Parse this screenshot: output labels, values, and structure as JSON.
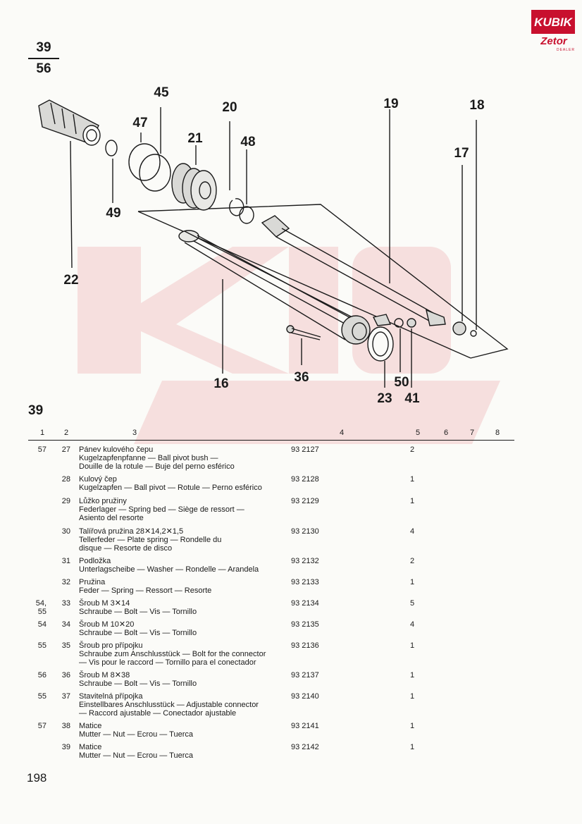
{
  "header": {
    "fraction_top": "39",
    "fraction_bottom": "56",
    "logo_brand": "KUBIK",
    "logo_sub": "Zetor",
    "logo_tag": "DEALER"
  },
  "diagram_labels": {
    "l45": "45",
    "l20": "20",
    "l19": "19",
    "l18": "18",
    "l47": "47",
    "l21": "21",
    "l48": "48",
    "l17": "17",
    "l49": "49",
    "l22": "22",
    "l16": "16",
    "l36": "36",
    "l50": "50",
    "l23": "23",
    "l41": "41"
  },
  "section_number": "39",
  "columns": [
    "1",
    "2",
    "3",
    "4",
    "5",
    "6",
    "7",
    "8"
  ],
  "rows": [
    {
      "c1": "57",
      "c2": "27",
      "desc": [
        "Pánev kulového čepu",
        "Kugelzapfenpfanne — Ball pivot bush —",
        "Douille de la rotule — Buje del perno esférico"
      ],
      "part": "93 2127",
      "qty": "2"
    },
    {
      "c1": "",
      "c2": "28",
      "desc": [
        "Kulový čep",
        "Kugelzapfen — Ball pivot — Rotule — Perno esférico"
      ],
      "part": "93 2128",
      "qty": "1"
    },
    {
      "c1": "",
      "c2": "29",
      "desc": [
        "Lůžko pružiny",
        "Federlager — Spring bed — Siège de ressort —",
        "Asiento del resorte"
      ],
      "part": "93 2129",
      "qty": "1"
    },
    {
      "c1": "",
      "c2": "30",
      "desc": [
        "Talířová pružina 28✕14,2✕1,5",
        "Tellerfeder — Plate spring — Rondelle du",
        "disque — Resorte de disco"
      ],
      "part": "93 2130",
      "qty": "4"
    },
    {
      "c1": "",
      "c2": "31",
      "desc": [
        "Podložka",
        "Unterlagscheibe — Washer — Rondelle — Arandela"
      ],
      "part": "93 2132",
      "qty": "2"
    },
    {
      "c1": "",
      "c2": "32",
      "desc": [
        "Pružina",
        "Feder — Spring — Ressort — Resorte"
      ],
      "part": "93 2133",
      "qty": "1"
    },
    {
      "c1": "54, 55",
      "c2": "33",
      "desc": [
        "Šroub M 3✕14",
        "Schraube — Bolt — Vis — Tornillo"
      ],
      "part": "93 2134",
      "qty": "5"
    },
    {
      "c1": "54",
      "c2": "34",
      "desc": [
        "Šroub M 10✕20",
        "Schraube — Bolt — Vis — Tornillo"
      ],
      "part": "93 2135",
      "qty": "4"
    },
    {
      "c1": "55",
      "c2": "35",
      "desc": [
        "Šroub pro přípojku",
        "Schraube zum Anschlusstück — Bolt for the connector",
        "— Vis pour le raccord — Tornillo para el conectador"
      ],
      "part": "93 2136",
      "qty": "1"
    },
    {
      "c1": "56",
      "c2": "36",
      "desc": [
        "Šroub M 8✕38",
        "Schraube — Bolt — Vis — Tornillo"
      ],
      "part": "93 2137",
      "qty": "1"
    },
    {
      "c1": "55",
      "c2": "37",
      "desc": [
        "Stavitelná přípojka",
        "Einstellbares Anschlusstück — Adjustable connector",
        "— Raccord ajustable — Conectador ajustable"
      ],
      "part": "93 2140",
      "qty": "1"
    },
    {
      "c1": "57",
      "c2": "38",
      "desc": [
        "Matice",
        "Mutter — Nut — Ecrou — Tuerca"
      ],
      "part": "93 2141",
      "qty": "1"
    },
    {
      "c1": "",
      "c2": "39",
      "desc": [
        "Matice",
        "Mutter — Nut — Ecrou — Tuerca"
      ],
      "part": "93 2142",
      "qty": "1"
    }
  ],
  "page_number": "198"
}
